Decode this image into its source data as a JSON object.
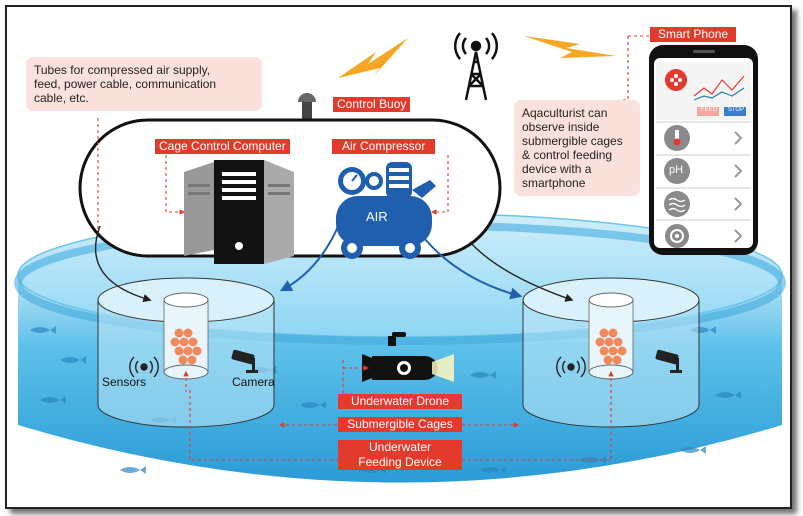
{
  "labels": {
    "control_buoy": "Control Buoy",
    "cage_control_computer": "Cage Control Computer",
    "air_compressor": "Air Compressor",
    "smart_phone": "Smart Phone",
    "underwater_drone": "Underwater Drone",
    "submergible_cages": "Submergible Cages",
    "underwater_feeding_device_line1": "Underwater",
    "underwater_feeding_device_line2": "Feeding Device",
    "sensors": "Sensors",
    "camera": "Camera",
    "air": "AIR"
  },
  "notes": {
    "tubes": [
      "Tubes for compressed air supply,",
      "feed, power cable, communication",
      "cable, etc."
    ],
    "aquaculturist": [
      "Aqaculturist can",
      "observe inside",
      "submergible cages",
      "& control feeding",
      "device with a",
      "smartphone"
    ]
  },
  "phone": {
    "feed_button": "FEED",
    "stop_button": "STOP",
    "ph_label": "pH"
  },
  "colors": {
    "accent_red": "#e23b2e",
    "note_pink": "#fbe1dc",
    "water_blue": "#3aa8dc",
    "compressor_blue": "#1f5fae",
    "lightning_orange": "#f5a623"
  }
}
